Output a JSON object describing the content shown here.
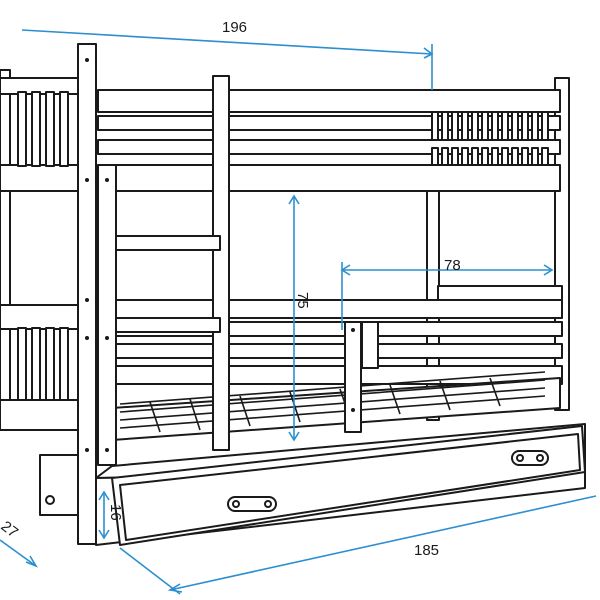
{
  "colors": {
    "outline": "#1a1a1a",
    "dimension_line": "#2b8fd0",
    "background": "#ffffff"
  },
  "dimensions": {
    "overall_length": "196",
    "guard_length": "78",
    "bed_height_gap": "75",
    "drawer_height": "16",
    "drawer_length": "185",
    "depth_partial": "27"
  }
}
